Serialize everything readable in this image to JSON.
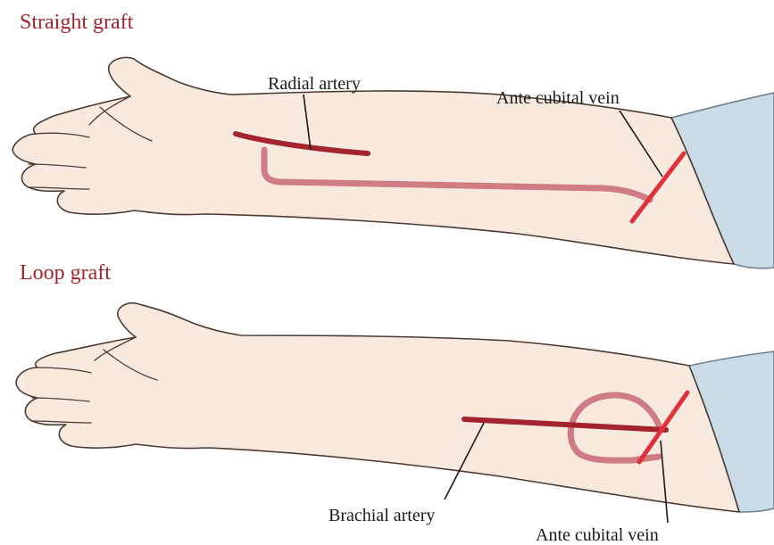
{
  "colors": {
    "title": "#a3232e",
    "artery": "#a3232e",
    "vein": "#e0303a",
    "graft": "#cf7c82",
    "skin": "#f8e9df",
    "sleeve": "#c9dbe6"
  },
  "straight": {
    "title": "Straight graft",
    "artery_label": "Radial artery",
    "vein_label": "Ante cubital vein"
  },
  "loop": {
    "title": "Loop graft",
    "artery_label": "Brachial artery",
    "vein_label": "Ante cubital vein"
  }
}
